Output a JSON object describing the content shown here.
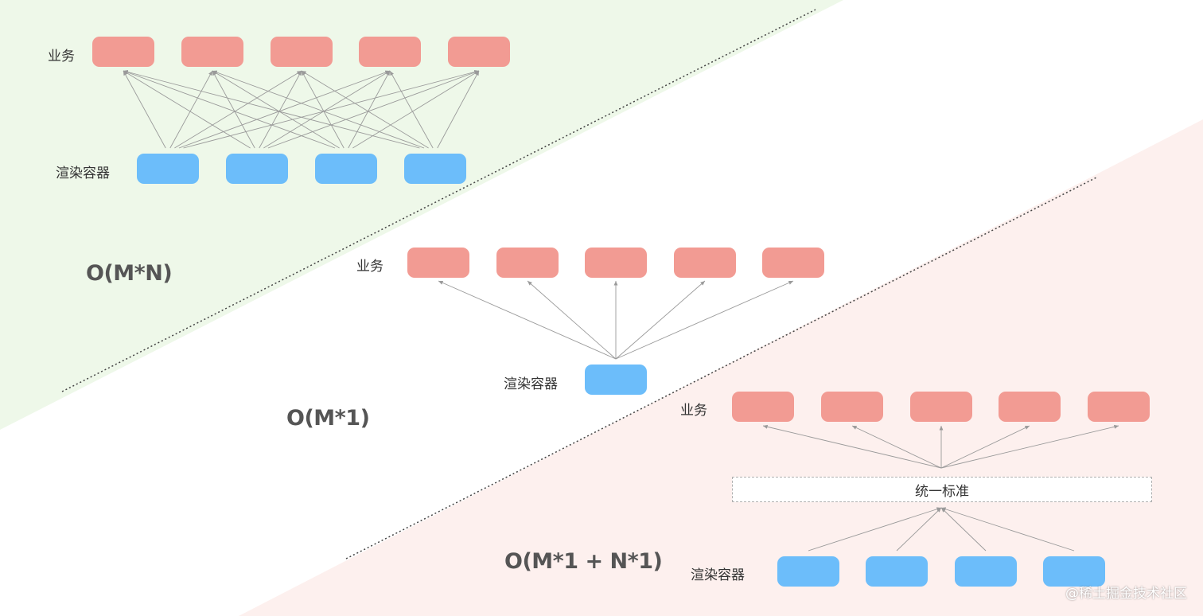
{
  "colors": {
    "business_box": "#f29b93",
    "render_box": "#6cbdfa",
    "bg_top_left": "#eef8e9",
    "bg_bottom_right": "#fdf0ee",
    "arrow": "#9a9a9a",
    "divider": "#444444"
  },
  "panels": [
    {
      "business_label": "业务",
      "render_label": "渲染容器",
      "formula": "O(M*N)",
      "business_count": 5,
      "render_count": 4
    },
    {
      "business_label": "业务",
      "render_label": "渲染容器",
      "formula": "O(M*1)",
      "business_count": 5,
      "render_count": 1
    },
    {
      "business_label": "业务",
      "render_label": "渲染容器",
      "standard_label": "统一标准",
      "formula": "O(M*1 + N*1)",
      "business_count": 5,
      "render_count": 4
    }
  ],
  "watermark": "@稀土掘金技术社区"
}
